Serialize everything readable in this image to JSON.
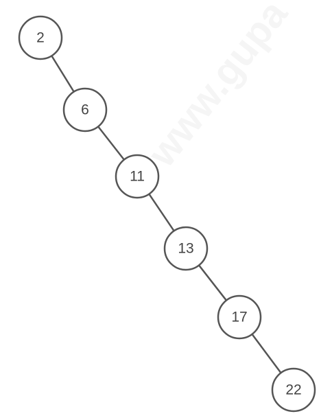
{
  "diagram": {
    "type": "binary-search-tree",
    "nodes": [
      {
        "id": "n2",
        "label": "2"
      },
      {
        "id": "n6",
        "label": "6"
      },
      {
        "id": "n11",
        "label": "11"
      },
      {
        "id": "n13",
        "label": "13"
      },
      {
        "id": "n17",
        "label": "17"
      },
      {
        "id": "n22",
        "label": "22"
      }
    ],
    "edges": [
      {
        "from": "n2",
        "to": "n6"
      },
      {
        "from": "n6",
        "to": "n11"
      },
      {
        "from": "n11",
        "to": "n13"
      },
      {
        "from": "n13",
        "to": "n17"
      },
      {
        "from": "n17",
        "to": "n22"
      }
    ]
  },
  "watermark": {
    "text": "www.gupa"
  },
  "colors": {
    "stroke": "#555555",
    "label": "#444444",
    "background": "#ffffff"
  }
}
